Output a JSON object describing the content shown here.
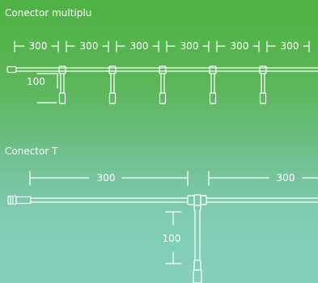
{
  "section1": {
    "title": "Conector multiplu",
    "segment_length": "300",
    "drop_length": "100"
  },
  "section2": {
    "title": "Conector T",
    "segment_length": "300",
    "drop_length": "100"
  },
  "colors": {
    "line": "#ffffff",
    "background_top": "#4fb244",
    "background_bottom": "#86cfbc"
  }
}
